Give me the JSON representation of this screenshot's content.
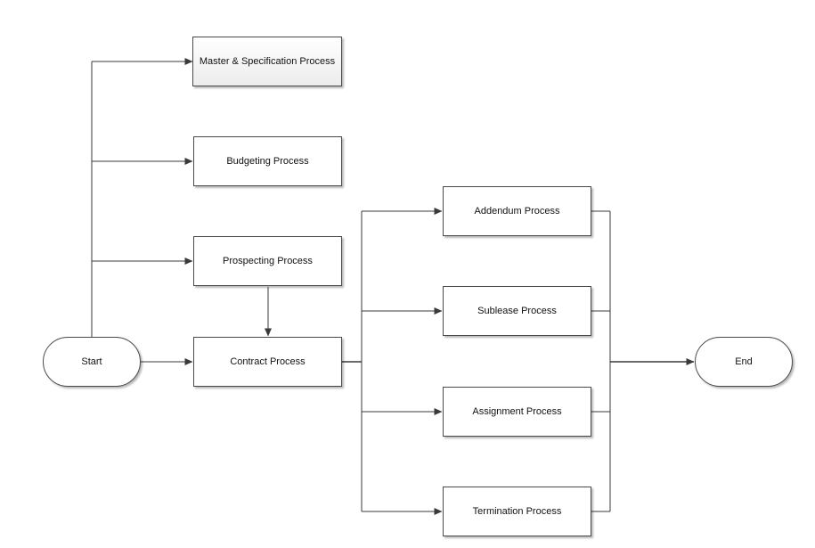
{
  "diagram": {
    "nodes": {
      "start": "Start",
      "master_spec": "Master & Specification Process",
      "budgeting": "Budgeting Process",
      "prospecting": "Prospecting Process",
      "contract": "Contract Process",
      "addendum": "Addendum Process",
      "sublease": "Sublease Process",
      "assignment": "Assignment Process",
      "termination": "Termination Process",
      "end": "End"
    },
    "colors": {
      "line": "#3a3a3a",
      "border": "#4a4a4a",
      "text": "#111111"
    }
  }
}
